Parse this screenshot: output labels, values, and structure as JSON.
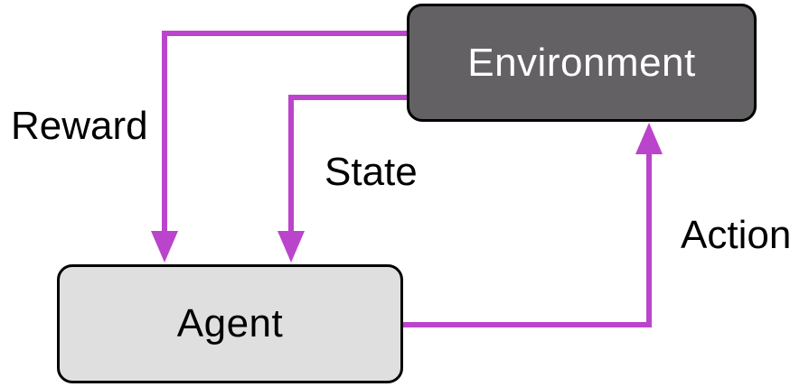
{
  "diagram": {
    "type": "flow-diagram",
    "nodes": [
      {
        "id": "environment",
        "label": "Environment"
      },
      {
        "id": "agent",
        "label": "Agent"
      }
    ],
    "edges": [
      {
        "id": "reward",
        "label": "Reward",
        "from": "environment",
        "to": "agent",
        "direction": "down"
      },
      {
        "id": "state",
        "label": "State",
        "from": "environment",
        "to": "agent",
        "direction": "down"
      },
      {
        "id": "action",
        "label": "Action",
        "from": "agent",
        "to": "environment",
        "direction": "up"
      }
    ],
    "colors": {
      "arrow": "#bb44cc",
      "environment_fill": "#636163",
      "environment_text": "#ffffff",
      "agent_fill": "#e0dfdf",
      "agent_text": "#000000",
      "node_border": "#000000",
      "label_text": "#000000",
      "background": "#ffffff"
    }
  }
}
